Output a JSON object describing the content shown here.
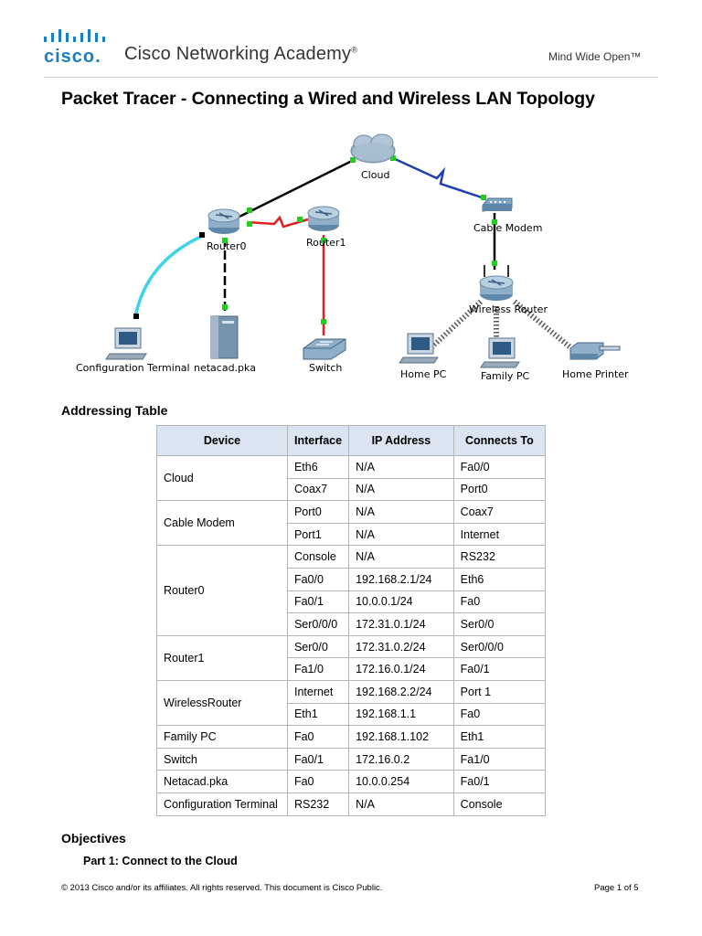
{
  "header": {
    "brand_name": "cisco.",
    "academy_name": "Cisco Networking Academy",
    "registered_mark": "®",
    "tagline": "Mind Wide Open™"
  },
  "document": {
    "title": "Packet Tracer - Connecting a Wired and Wireless LAN Topology"
  },
  "topology": {
    "labels": {
      "cloud": "Cloud",
      "cable_modem": "Cable Modem",
      "router0": "Router0",
      "router1": "Router1",
      "wireless_router": "Wireless Router",
      "config_terminal": "Configuration Terminal",
      "netacad": "netacad.pka",
      "switch": "Switch",
      "home_pc": "Home PC",
      "family_pc": "Family PC",
      "home_printer": "Home Printer"
    },
    "colors": {
      "ethernet": "#000000",
      "serial": "#e02020",
      "coax": "#1f3fb5",
      "console": "#3fd3e8",
      "link_up": "#22cc22",
      "wireless": "#555555"
    }
  },
  "addressing": {
    "heading": "Addressing Table",
    "columns": [
      "Device",
      "Interface",
      "IP Address",
      "Connects To"
    ],
    "rows": [
      {
        "device": "Cloud",
        "span": 2,
        "ports": [
          {
            "interface": "Eth6",
            "ip": "N/A",
            "connects": "Fa0/0"
          },
          {
            "interface": "Coax7",
            "ip": "N/A",
            "connects": "Port0"
          }
        ]
      },
      {
        "device": "Cable Modem",
        "span": 2,
        "ports": [
          {
            "interface": "Port0",
            "ip": "N/A",
            "connects": "Coax7"
          },
          {
            "interface": "Port1",
            "ip": "N/A",
            "connects": "Internet"
          }
        ]
      },
      {
        "device": "Router0",
        "span": 4,
        "ports": [
          {
            "interface": "Console",
            "ip": "N/A",
            "connects": "RS232"
          },
          {
            "interface": "Fa0/0",
            "ip": "192.168.2.1/24",
            "connects": "Eth6"
          },
          {
            "interface": "Fa0/1",
            "ip": "10.0.0.1/24",
            "connects": "Fa0"
          },
          {
            "interface": "Ser0/0/0",
            "ip": "172.31.0.1/24",
            "connects": "Ser0/0"
          }
        ]
      },
      {
        "device": "Router1",
        "span": 2,
        "ports": [
          {
            "interface": "Ser0/0",
            "ip": "172.31.0.2/24",
            "connects": "Ser0/0/0"
          },
          {
            "interface": "Fa1/0",
            "ip": "172.16.0.1/24",
            "connects": "Fa0/1"
          }
        ]
      },
      {
        "device": "WirelessRouter",
        "span": 2,
        "ports": [
          {
            "interface": "Internet",
            "ip": "192.168.2.2/24",
            "connects": "Port 1"
          },
          {
            "interface": "Eth1",
            "ip": "192.168.1.1",
            "connects": "Fa0"
          }
        ]
      },
      {
        "device": "Family PC",
        "span": 1,
        "ports": [
          {
            "interface": "Fa0",
            "ip": "192.168.1.102",
            "connects": "Eth1"
          }
        ]
      },
      {
        "device": "Switch",
        "span": 1,
        "ports": [
          {
            "interface": "Fa0/1",
            "ip": "172.16.0.2",
            "connects": "Fa1/0"
          }
        ]
      },
      {
        "device": "Netacad.pka",
        "span": 1,
        "ports": [
          {
            "interface": "Fa0",
            "ip": "10.0.0.254",
            "connects": "Fa0/1"
          }
        ]
      },
      {
        "device": "Configuration Terminal",
        "span": 1,
        "ports": [
          {
            "interface": "RS232",
            "ip": "N/A",
            "connects": "Console"
          }
        ]
      }
    ]
  },
  "objectives": {
    "heading": "Objectives",
    "part1": "Part 1: Connect to the Cloud"
  },
  "footer": {
    "copyright": "© 2013 Cisco and/or its affiliates. All rights reserved. This document is Cisco Public.",
    "page": "Page 1 of 5"
  }
}
